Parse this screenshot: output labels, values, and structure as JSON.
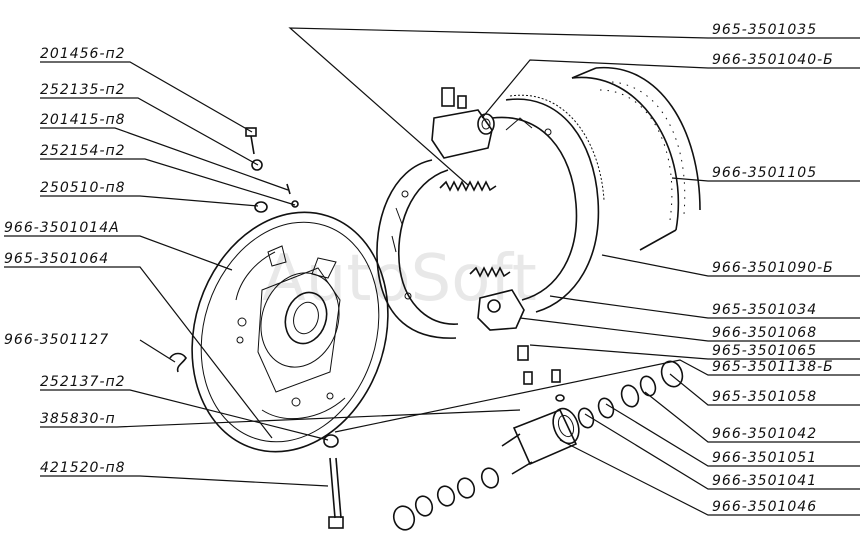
{
  "watermark": "AutoSoft",
  "left_labels": [
    {
      "id": "l1",
      "text": "201456-п2"
    },
    {
      "id": "l2",
      "text": "252135-п2"
    },
    {
      "id": "l3",
      "text": "201415-п8"
    },
    {
      "id": "l4",
      "text": "252154-п2"
    },
    {
      "id": "l5",
      "text": "250510-п8"
    },
    {
      "id": "l6",
      "text": "966-3501014А"
    },
    {
      "id": "l7",
      "text": "965-3501064"
    },
    {
      "id": "l8",
      "text": "966-3501127"
    },
    {
      "id": "l9",
      "text": "252137-п2"
    },
    {
      "id": "l10",
      "text": "385830-п"
    },
    {
      "id": "l11",
      "text": "421520-п8"
    }
  ],
  "right_labels": [
    {
      "id": "r1",
      "text": "965-3501035"
    },
    {
      "id": "r2",
      "text": "966-3501040-Б"
    },
    {
      "id": "r3",
      "text": "966-3501105"
    },
    {
      "id": "r4",
      "text": "966-3501090-Б"
    },
    {
      "id": "r5",
      "text": "965-3501034"
    },
    {
      "id": "r6",
      "text": "966-3501068"
    },
    {
      "id": "r7",
      "text": "965-3501065"
    },
    {
      "id": "r8",
      "text": "965-3501138-Б"
    },
    {
      "id": "r9",
      "text": "965-3501058"
    },
    {
      "id": "r10",
      "text": "966-3501042"
    },
    {
      "id": "r11",
      "text": "966-3501051"
    },
    {
      "id": "r12",
      "text": "966-3501041"
    },
    {
      "id": "r13",
      "text": "966-3501046"
    }
  ]
}
